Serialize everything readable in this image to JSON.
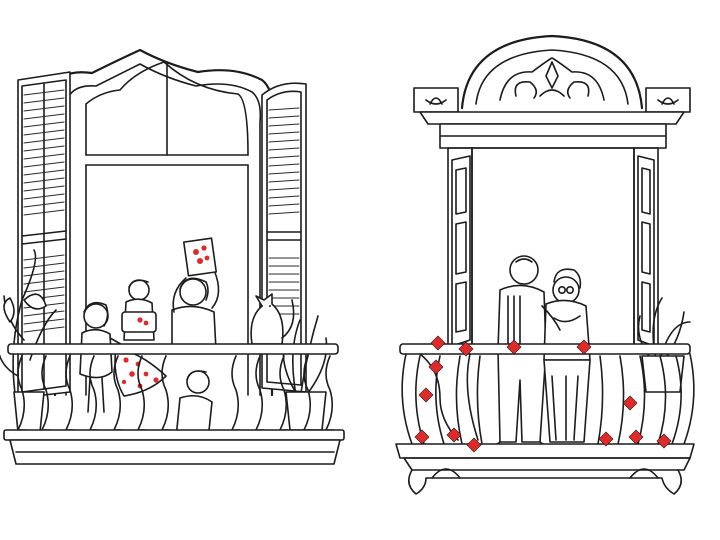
{
  "accent_color": "#e02a2a",
  "line_color": "#1c1c1c",
  "background_color": "#ffffff",
  "scenes": [
    {
      "id": "left-balcony",
      "icons": [
        "family-figures",
        "cat",
        "potted-plants",
        "red-dotted-flag",
        "red-dotted-sign"
      ]
    },
    {
      "id": "right-balcony",
      "icons": [
        "elderly-couple",
        "ornate-pediment",
        "potted-plant",
        "red-diamond-drape"
      ]
    }
  ]
}
